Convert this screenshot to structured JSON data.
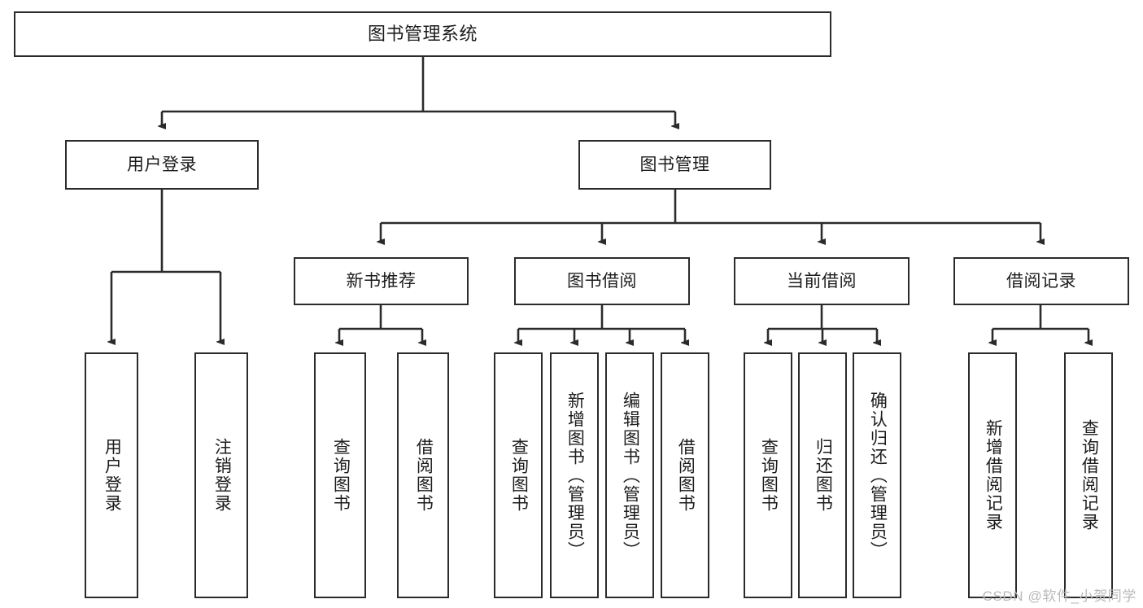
{
  "diagram": {
    "type": "tree-hierarchy",
    "title": "图书管理系统",
    "root": {
      "id": "root",
      "label": "图书管理系统"
    },
    "level2": [
      {
        "id": "user-login",
        "label": "用户登录"
      },
      {
        "id": "book-manage",
        "label": "图书管理"
      }
    ],
    "level3": [
      {
        "id": "new-book-recommend",
        "label": "新书推荐",
        "parent": "book-manage"
      },
      {
        "id": "book-borrow",
        "label": "图书借阅",
        "parent": "book-manage"
      },
      {
        "id": "current-borrow",
        "label": "当前借阅",
        "parent": "book-manage"
      },
      {
        "id": "borrow-record",
        "label": "借阅记录",
        "parent": "book-manage"
      }
    ],
    "leaves": [
      {
        "id": "leaf-user-login",
        "label": "用户登录",
        "parent": "user-login"
      },
      {
        "id": "leaf-logout-login",
        "label": "注销登录",
        "parent": "user-login"
      },
      {
        "id": "leaf-query-book-1",
        "label": "查询图书",
        "parent": "new-book-recommend"
      },
      {
        "id": "leaf-borrow-book-1",
        "label": "借阅图书",
        "parent": "new-book-recommend"
      },
      {
        "id": "leaf-query-book-2",
        "label": "查询图书",
        "parent": "book-borrow"
      },
      {
        "id": "leaf-add-book",
        "label": "新增图书（管理员）",
        "parent": "book-borrow"
      },
      {
        "id": "leaf-edit-book",
        "label": "编辑图书（管理员）",
        "parent": "book-borrow"
      },
      {
        "id": "leaf-borrow-book-2",
        "label": "借阅图书",
        "parent": "book-borrow"
      },
      {
        "id": "leaf-query-book-3",
        "label": "查询图书",
        "parent": "current-borrow"
      },
      {
        "id": "leaf-return-book",
        "label": "归还图书",
        "parent": "current-borrow"
      },
      {
        "id": "leaf-confirm-return",
        "label": "确认归还（管理员）",
        "parent": "current-borrow"
      },
      {
        "id": "leaf-add-record",
        "label": "新增借阅记录",
        "parent": "borrow-record"
      },
      {
        "id": "leaf-query-record",
        "label": "查询借阅记录",
        "parent": "borrow-record"
      }
    ],
    "colors": {
      "box_border": "#2b2b2b",
      "box_fill": "#ffffff",
      "connector": "#2b2b2b",
      "text": "#1c1c1c",
      "watermark": "#b9b9b9"
    }
  },
  "watermark": {
    "text": "CSDN @软件_小贺同学"
  }
}
